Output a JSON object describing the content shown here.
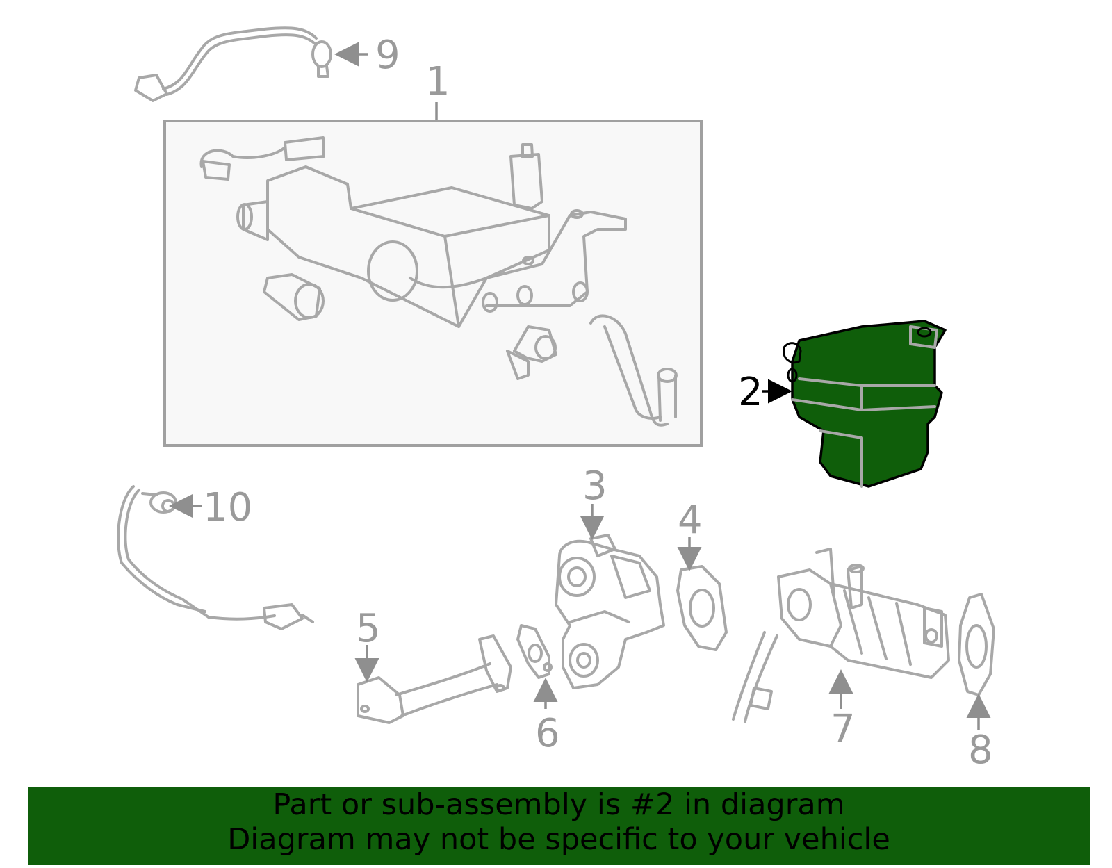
{
  "callouts": {
    "c1": "1",
    "c2": "2",
    "c3": "3",
    "c4": "4",
    "c5": "5",
    "c6": "6",
    "c7": "7",
    "c8": "8",
    "c9": "9",
    "c10": "10"
  },
  "highlight_color": "#0f5e0a",
  "banner": {
    "line1": "Part or sub-assembly is #2 in diagram",
    "line2": "Diagram may not be specific to your vehicle"
  }
}
